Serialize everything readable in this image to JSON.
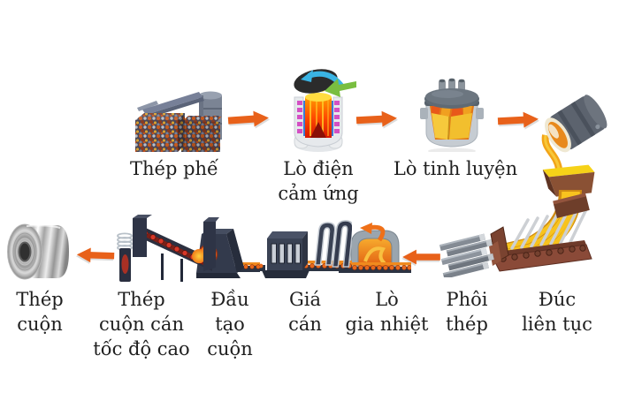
{
  "diagram": {
    "background": "#ffffff",
    "text_color": "#1f1f1f",
    "arrow_color": "#e8611a",
    "stages": {
      "scrap": {
        "label": "Thép phế"
      },
      "induction_furnace": {
        "label": "Lò điện\ncảm ứng"
      },
      "refining_furnace": {
        "label": "Lò tinh luyện"
      },
      "continuous_casting": {
        "label": "Đúc\nliên tục"
      },
      "billet": {
        "label": "Phôi\nthép"
      },
      "reheating_furnace": {
        "label": "Lò\ngia nhiệt"
      },
      "rolling_stand": {
        "label": "Giá\ncán"
      },
      "coil_forming_head": {
        "label": "Đầu\ntạo\ncuộn"
      },
      "high_speed_coil": {
        "label": "Thép\ncuộn cán\ntốc độ cao"
      },
      "steel_coil": {
        "label": "Thép\ncuộn"
      }
    },
    "flow_order": [
      "scrap",
      "induction_furnace",
      "refining_furnace",
      "continuous_casting",
      "billet",
      "reheating_furnace",
      "rolling_stand",
      "coil_forming_head",
      "high_speed_coil",
      "steel_coil"
    ],
    "arrows": [
      {
        "id": "top-1",
        "direction": "right"
      },
      {
        "id": "top-2",
        "direction": "right"
      },
      {
        "id": "top-3",
        "direction": "right"
      },
      {
        "id": "bottom-1",
        "direction": "left"
      },
      {
        "id": "bottom-2",
        "direction": "left"
      }
    ]
  }
}
